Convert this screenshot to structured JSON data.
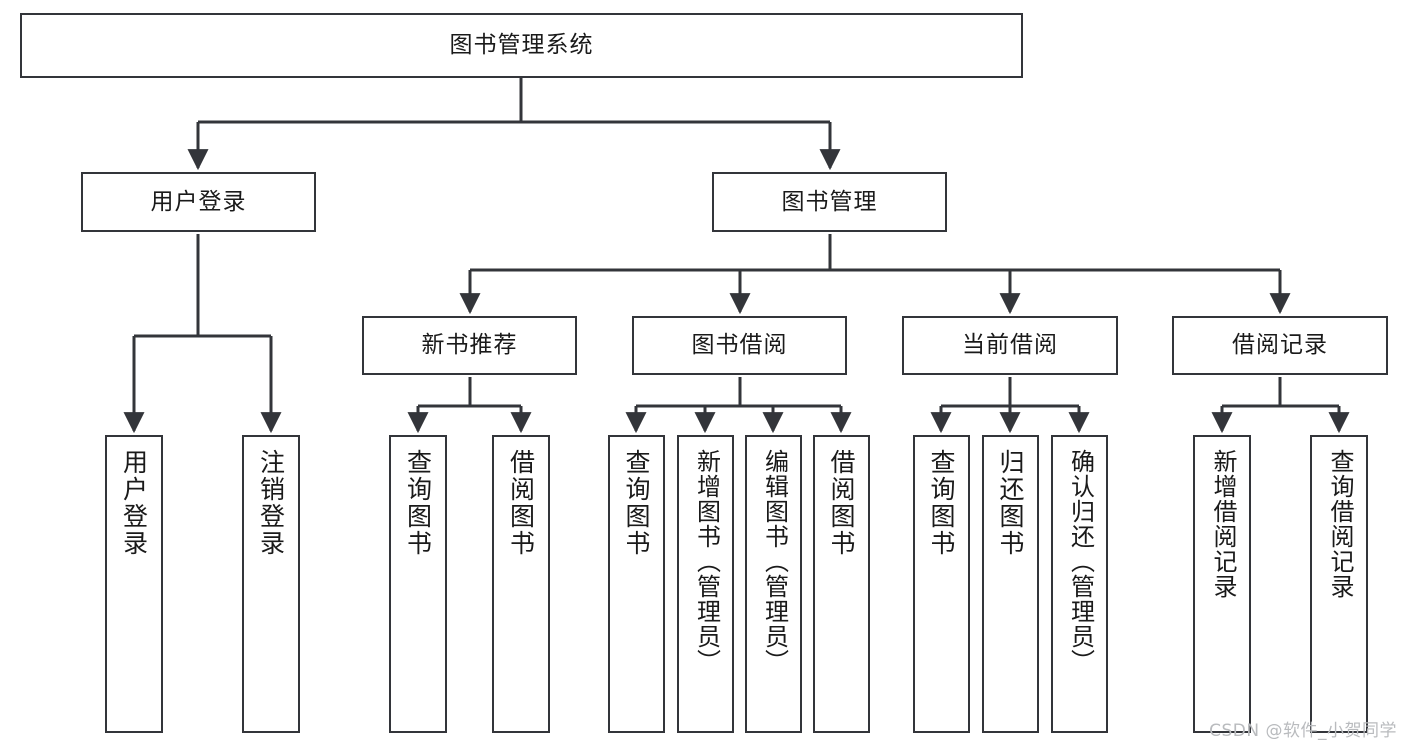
{
  "diagram": {
    "title": "图书管理系统",
    "type": "tree",
    "root": {
      "label": "图书管理系统"
    },
    "level2": [
      {
        "label": "用户登录"
      },
      {
        "label": "图书管理"
      }
    ],
    "level3": [
      {
        "label": "新书推荐"
      },
      {
        "label": "图书借阅"
      },
      {
        "label": "当前借阅"
      },
      {
        "label": "借阅记录"
      }
    ],
    "leaves": {
      "user_login": [
        {
          "label": "用户登录"
        },
        {
          "label": "注销登录"
        }
      ],
      "new_book_recommend": [
        {
          "label": "查询图书"
        },
        {
          "label": "借阅图书"
        }
      ],
      "book_borrow": [
        {
          "label": "查询图书"
        },
        {
          "label": "新增图书（管理员）"
        },
        {
          "label": "编辑图书（管理员）"
        },
        {
          "label": "借阅图书"
        }
      ],
      "current_borrow": [
        {
          "label": "查询图书"
        },
        {
          "label": "归还图书"
        },
        {
          "label": "确认归还（管理员）"
        }
      ],
      "borrow_record": [
        {
          "label": "新增借阅记录"
        },
        {
          "label": "查询借阅记录"
        }
      ]
    }
  },
  "watermark": {
    "text": "CSDN @软件_小贺同学"
  },
  "colors": {
    "stroke": "#33353a",
    "box_fill": "#ffffff",
    "text": "#1a1a1a",
    "watermark": "#b9bbbe"
  }
}
